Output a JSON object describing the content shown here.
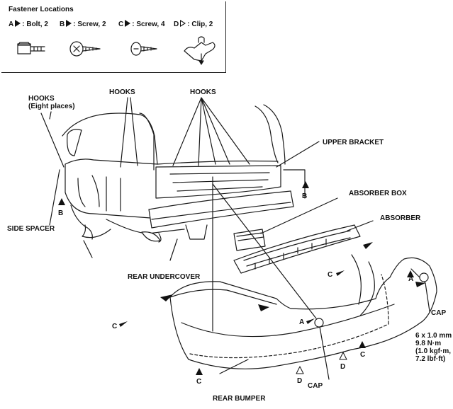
{
  "fasteners": {
    "title": "Fastener Locations",
    "items": [
      {
        "letter": "A",
        "text": ": Bolt, 2",
        "marker": "filled"
      },
      {
        "letter": "B",
        "text": ": Screw, 2",
        "marker": "filled"
      },
      {
        "letter": "C",
        "text": ": Screw, 4",
        "marker": "filled"
      },
      {
        "letter": "D",
        "text": ": Clip, 2",
        "marker": "open"
      }
    ]
  },
  "labels": {
    "hooks_eight": "HOOKS",
    "hooks_eight_sub": "(Eight places)",
    "hooks_1": "HOOKS",
    "hooks_2": "HOOKS",
    "upper_bracket": "UPPER BRACKET",
    "absorber_box": "ABSORBER BOX",
    "absorber": "ABSORBER",
    "side_spacer": "SIDE SPACER",
    "rear_undercover": "REAR UNDERCOVER",
    "rear_bumper": "REAR BUMPER",
    "cap_1": "CAP",
    "cap_2": "CAP",
    "torque_1": "6 x 1.0 mm",
    "torque_2": "9.8 N·m",
    "torque_3": "(1.0 kgf·m,",
    "torque_4": "7.2 lbf·ft)"
  },
  "markers": {
    "b_left": "B",
    "b_right": "B",
    "a_mid": "A",
    "a_right": "A",
    "c_right_top": "C",
    "c_left": "C",
    "c_bottom": "C",
    "c_right_bottom": "C",
    "d_mid": "D",
    "d_right": "D"
  }
}
